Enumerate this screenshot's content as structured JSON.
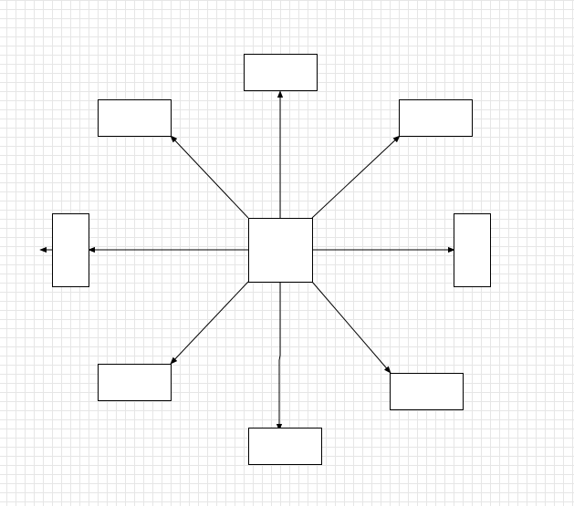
{
  "diagram": {
    "shape_stroke": "#000000",
    "shape_fill": "#ffffff",
    "connector_color": "#000000",
    "grid_color": "#e6e6e6",
    "center_node": {
      "label": ""
    },
    "nodes": [
      {
        "id": "top",
        "label": ""
      },
      {
        "id": "top-left",
        "label": ""
      },
      {
        "id": "top-right",
        "label": ""
      },
      {
        "id": "left",
        "label": ""
      },
      {
        "id": "right",
        "label": ""
      },
      {
        "id": "bottom-left",
        "label": ""
      },
      {
        "id": "bottom-right",
        "label": ""
      },
      {
        "id": "bottom",
        "label": ""
      }
    ],
    "connectors": [
      {
        "from": "center",
        "to": "top"
      },
      {
        "from": "center",
        "to": "top-left"
      },
      {
        "from": "center",
        "to": "top-right"
      },
      {
        "from": "center",
        "to": "left"
      },
      {
        "from": "center",
        "to": "right"
      },
      {
        "from": "center",
        "to": "bottom-left"
      },
      {
        "from": "center",
        "to": "bottom-right"
      },
      {
        "from": "center",
        "to": "bottom"
      }
    ]
  }
}
